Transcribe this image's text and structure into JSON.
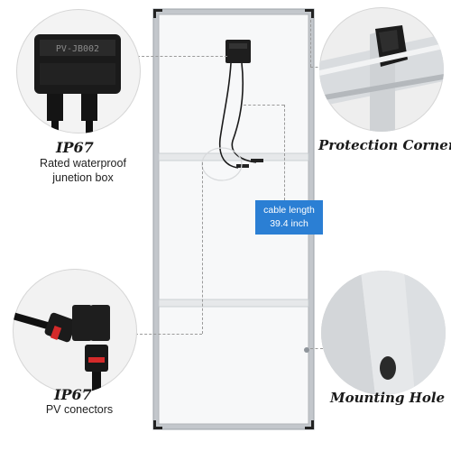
{
  "labels": {
    "ip67_top": "IP67",
    "rated_line1": "Rated waterproof",
    "rated_line2": "junetion box",
    "protection_corner": "Protection Corner",
    "cable_line1": "cable length",
    "cable_line2": "39.4 inch",
    "ip67_bottom": "IP67",
    "pv_connectors": "PV conectors",
    "mounting_hole": "Mounting Hole"
  },
  "junction_box_text": "PV-JB002",
  "colors": {
    "badge_blue": "#2b7fd4",
    "frame_silver": "#b9bec4",
    "panel_white": "#f4f5f6",
    "corner_black": "#1c1c1c"
  }
}
